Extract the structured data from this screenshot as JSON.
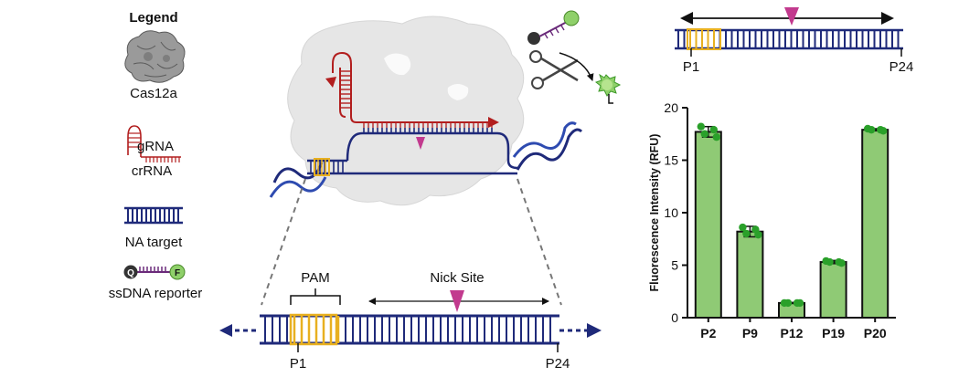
{
  "legend": {
    "title": "Legend",
    "items": [
      "Cas12a",
      "gRNA",
      "crRNA",
      "NA target",
      "ssDNA reporter"
    ],
    "quencher_symbol": "Q",
    "fluorophore_symbol": "F"
  },
  "schematic": {
    "pam_label": "PAM",
    "nick_label": "Nick Site",
    "start_position": "P1",
    "end_position": "P24",
    "fluorophore_symbol": "F"
  },
  "colors": {
    "dna": "#1f2a7a",
    "pam": "#e8b020",
    "rna": "#b21e1e",
    "nick": "#c23a8e",
    "bar_fill": "#8fca75",
    "dot": "#2aa02a",
    "fluor": "#8fd06a"
  },
  "chart_data": {
    "type": "bar",
    "categories": [
      "P2",
      "P9",
      "P12",
      "P19",
      "P20"
    ],
    "values": [
      17.7,
      8.2,
      1.4,
      5.3,
      17.9
    ],
    "errors": [
      0.5,
      0.5,
      0.05,
      0.15,
      0.1
    ],
    "points": [
      [
        18.2,
        17.9,
        17.5,
        17.2
      ],
      [
        8.6,
        8.4,
        8.0,
        7.9
      ],
      [
        1.4,
        1.4,
        1.4,
        1.4
      ],
      [
        5.4,
        5.3,
        5.3,
        5.2
      ],
      [
        18.0,
        17.9,
        17.9,
        17.8
      ]
    ],
    "ylabel": "Fluorescence Intensity (RFU)",
    "xlabel": "",
    "ylim": [
      0,
      20
    ],
    "yticks": [
      "0",
      "5",
      "10",
      "15",
      "20"
    ]
  }
}
